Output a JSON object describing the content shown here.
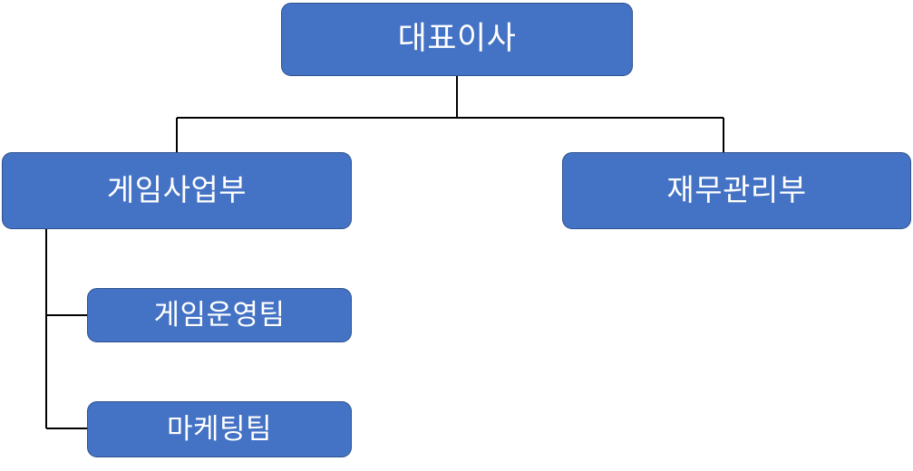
{
  "chart": {
    "type": "org-chart",
    "title": "",
    "node_fill_color": "#4472C4",
    "node_border_color": "#2F528F",
    "node_text_color": "#FFFFFF",
    "connector_color": "#000000",
    "nodes": [
      {
        "id": "ceo",
        "label": "대표이사",
        "level": 1,
        "parent": null
      },
      {
        "id": "game",
        "label": "게임사업부",
        "level": 2,
        "parent": "ceo"
      },
      {
        "id": "finance",
        "label": "재무관리부",
        "level": 2,
        "parent": "ceo"
      },
      {
        "id": "gameops",
        "label": "게임운영팀",
        "level": 3,
        "parent": "game"
      },
      {
        "id": "mkt",
        "label": "마케팅팀",
        "level": 3,
        "parent": "game"
      }
    ]
  }
}
